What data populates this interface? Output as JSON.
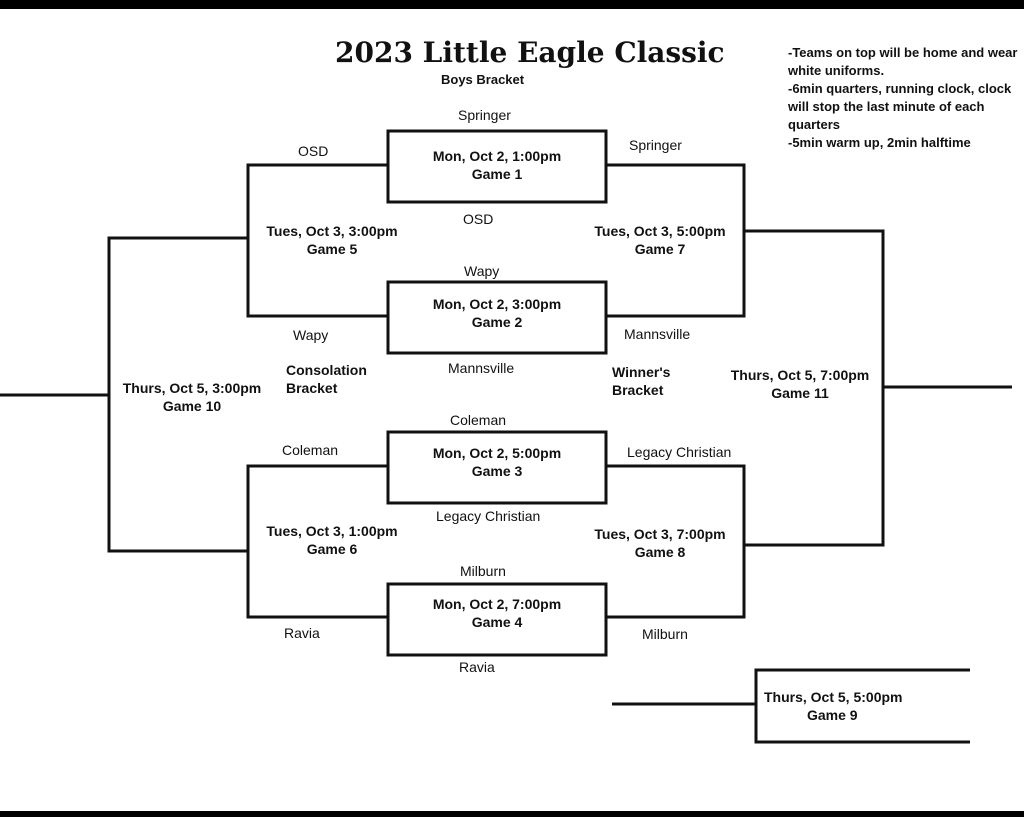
{
  "title": "2023 Little Eagle Classic",
  "subtitle": "Boys Bracket",
  "notes": [
    "-Teams on top will be home and wear white uniforms.",
    "-6min quarters, running clock, clock will stop the last minute of each quarters",
    "-5min warm up, 2min halftime"
  ],
  "bracket_labels": {
    "consolation": [
      "Consolation",
      "Bracket"
    ],
    "winners": [
      "Winner's",
      "Bracket"
    ]
  },
  "games": {
    "g1": {
      "time": "Mon, Oct 2, 1:00pm",
      "name": "Game 1"
    },
    "g2": {
      "time": "Mon, Oct 2, 3:00pm",
      "name": "Game 2"
    },
    "g3": {
      "time": "Mon, Oct 2, 5:00pm",
      "name": "Game 3"
    },
    "g4": {
      "time": "Mon, Oct 2, 7:00pm",
      "name": "Game 4"
    },
    "g5": {
      "time": "Tues, Oct 3, 3:00pm",
      "name": "Game 5"
    },
    "g6": {
      "time": "Tues, Oct 3, 1:00pm",
      "name": "Game 6"
    },
    "g7": {
      "time": "Tues, Oct 3, 5:00pm",
      "name": "Game 7"
    },
    "g8": {
      "time": "Tues, Oct 3, 7:00pm",
      "name": "Game 8"
    },
    "g9": {
      "time": "Thurs, Oct 5, 5:00pm",
      "name": "Game 9"
    },
    "g10": {
      "time": "Thurs, Oct 5, 3:00pm",
      "name": "Game 10"
    },
    "g11": {
      "time": "Thurs, Oct 5, 7:00pm",
      "name": "Game 11"
    }
  },
  "teams": {
    "g1_top": "Springer",
    "g1_bottom": "OSD",
    "g1_loser": "OSD",
    "g1_winner": "Springer",
    "g2_top": "Wapy",
    "g2_bottom": "Mannsville",
    "g2_loser": "Wapy",
    "g2_winner": "Mannsville",
    "g3_top": "Coleman",
    "g3_bottom": "Legacy Christian",
    "g3_loser": "Coleman",
    "g3_winner": "Legacy Christian",
    "g4_top": "Milburn",
    "g4_bottom": "Ravia",
    "g4_loser": "Ravia",
    "g4_winner": "Milburn"
  }
}
